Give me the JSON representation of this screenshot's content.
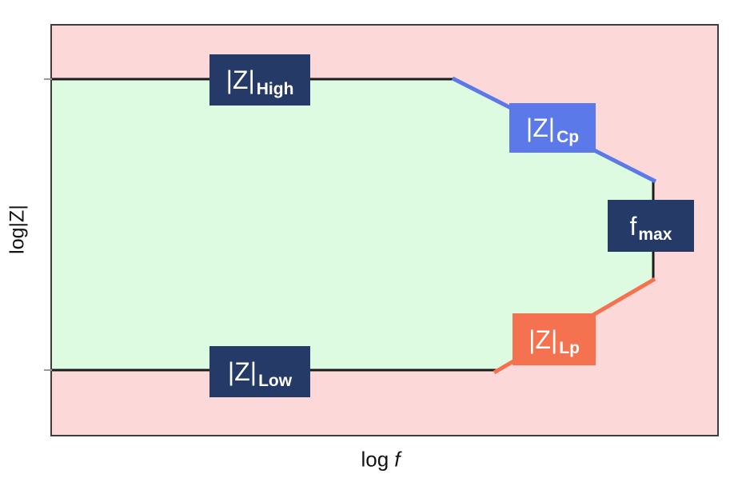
{
  "figure": {
    "y_axis_label": "log|Z|",
    "x_axis_label_prefix": "log",
    "x_axis_label_variable": "f"
  },
  "labels": {
    "z_high": {
      "main": "|Z|",
      "sub": "High"
    },
    "z_cp": {
      "main": "|Z|",
      "sub": "Cp"
    },
    "f_max": {
      "main": "f",
      "sub": "max"
    },
    "z_lp": {
      "main": "|Z|",
      "sub": "Lp"
    },
    "z_low": {
      "main": "|Z|",
      "sub": "Low"
    }
  },
  "colors": {
    "page_background": "#ffffff",
    "outside_region_pink": "#fdd8d8",
    "measurable_region_green": "#ddfbe0",
    "navy_label": "#253a66",
    "blue_segment": "#5b79e8",
    "orange_segment": "#f4724f",
    "black_segment": "#1c1c1c",
    "plot_border": "#3d3d3d",
    "tick": "#999999"
  },
  "chart_data": {
    "type": "area",
    "title": "",
    "xlabel": "log f",
    "ylabel": "log|Z|",
    "axes_numeric": false,
    "grid": false,
    "legend": "none",
    "description": "Schematic measurable-impedance region: green polygon bounded by instrument limits inside pink out-of-range area; no numeric scale shown.",
    "region_polygon_normalized": [
      [
        0.0,
        0.869
      ],
      [
        0.603,
        0.869
      ],
      [
        0.904,
        0.621
      ],
      [
        0.904,
        0.379
      ],
      [
        0.667,
        0.156
      ],
      [
        0.0,
        0.156
      ]
    ],
    "boundary_segments": [
      {
        "label": "|Z|High",
        "color": "black",
        "from_xy": [
          0.0,
          0.869
        ],
        "to_xy": [
          0.603,
          0.869
        ]
      },
      {
        "label": "|Z|Cp",
        "color": "blue",
        "from_xy": [
          0.603,
          0.869
        ],
        "to_xy": [
          0.904,
          0.621
        ]
      },
      {
        "label": "fmax",
        "color": "black",
        "from_xy": [
          0.904,
          0.621
        ],
        "to_xy": [
          0.904,
          0.379
        ]
      },
      {
        "label": "|Z|Lp",
        "color": "orange",
        "from_xy": [
          0.904,
          0.379
        ],
        "to_xy": [
          0.667,
          0.156
        ]
      },
      {
        "label": "|Z|Low",
        "color": "black",
        "from_xy": [
          0.667,
          0.156
        ],
        "to_xy": [
          0.0,
          0.156
        ]
      }
    ]
  }
}
